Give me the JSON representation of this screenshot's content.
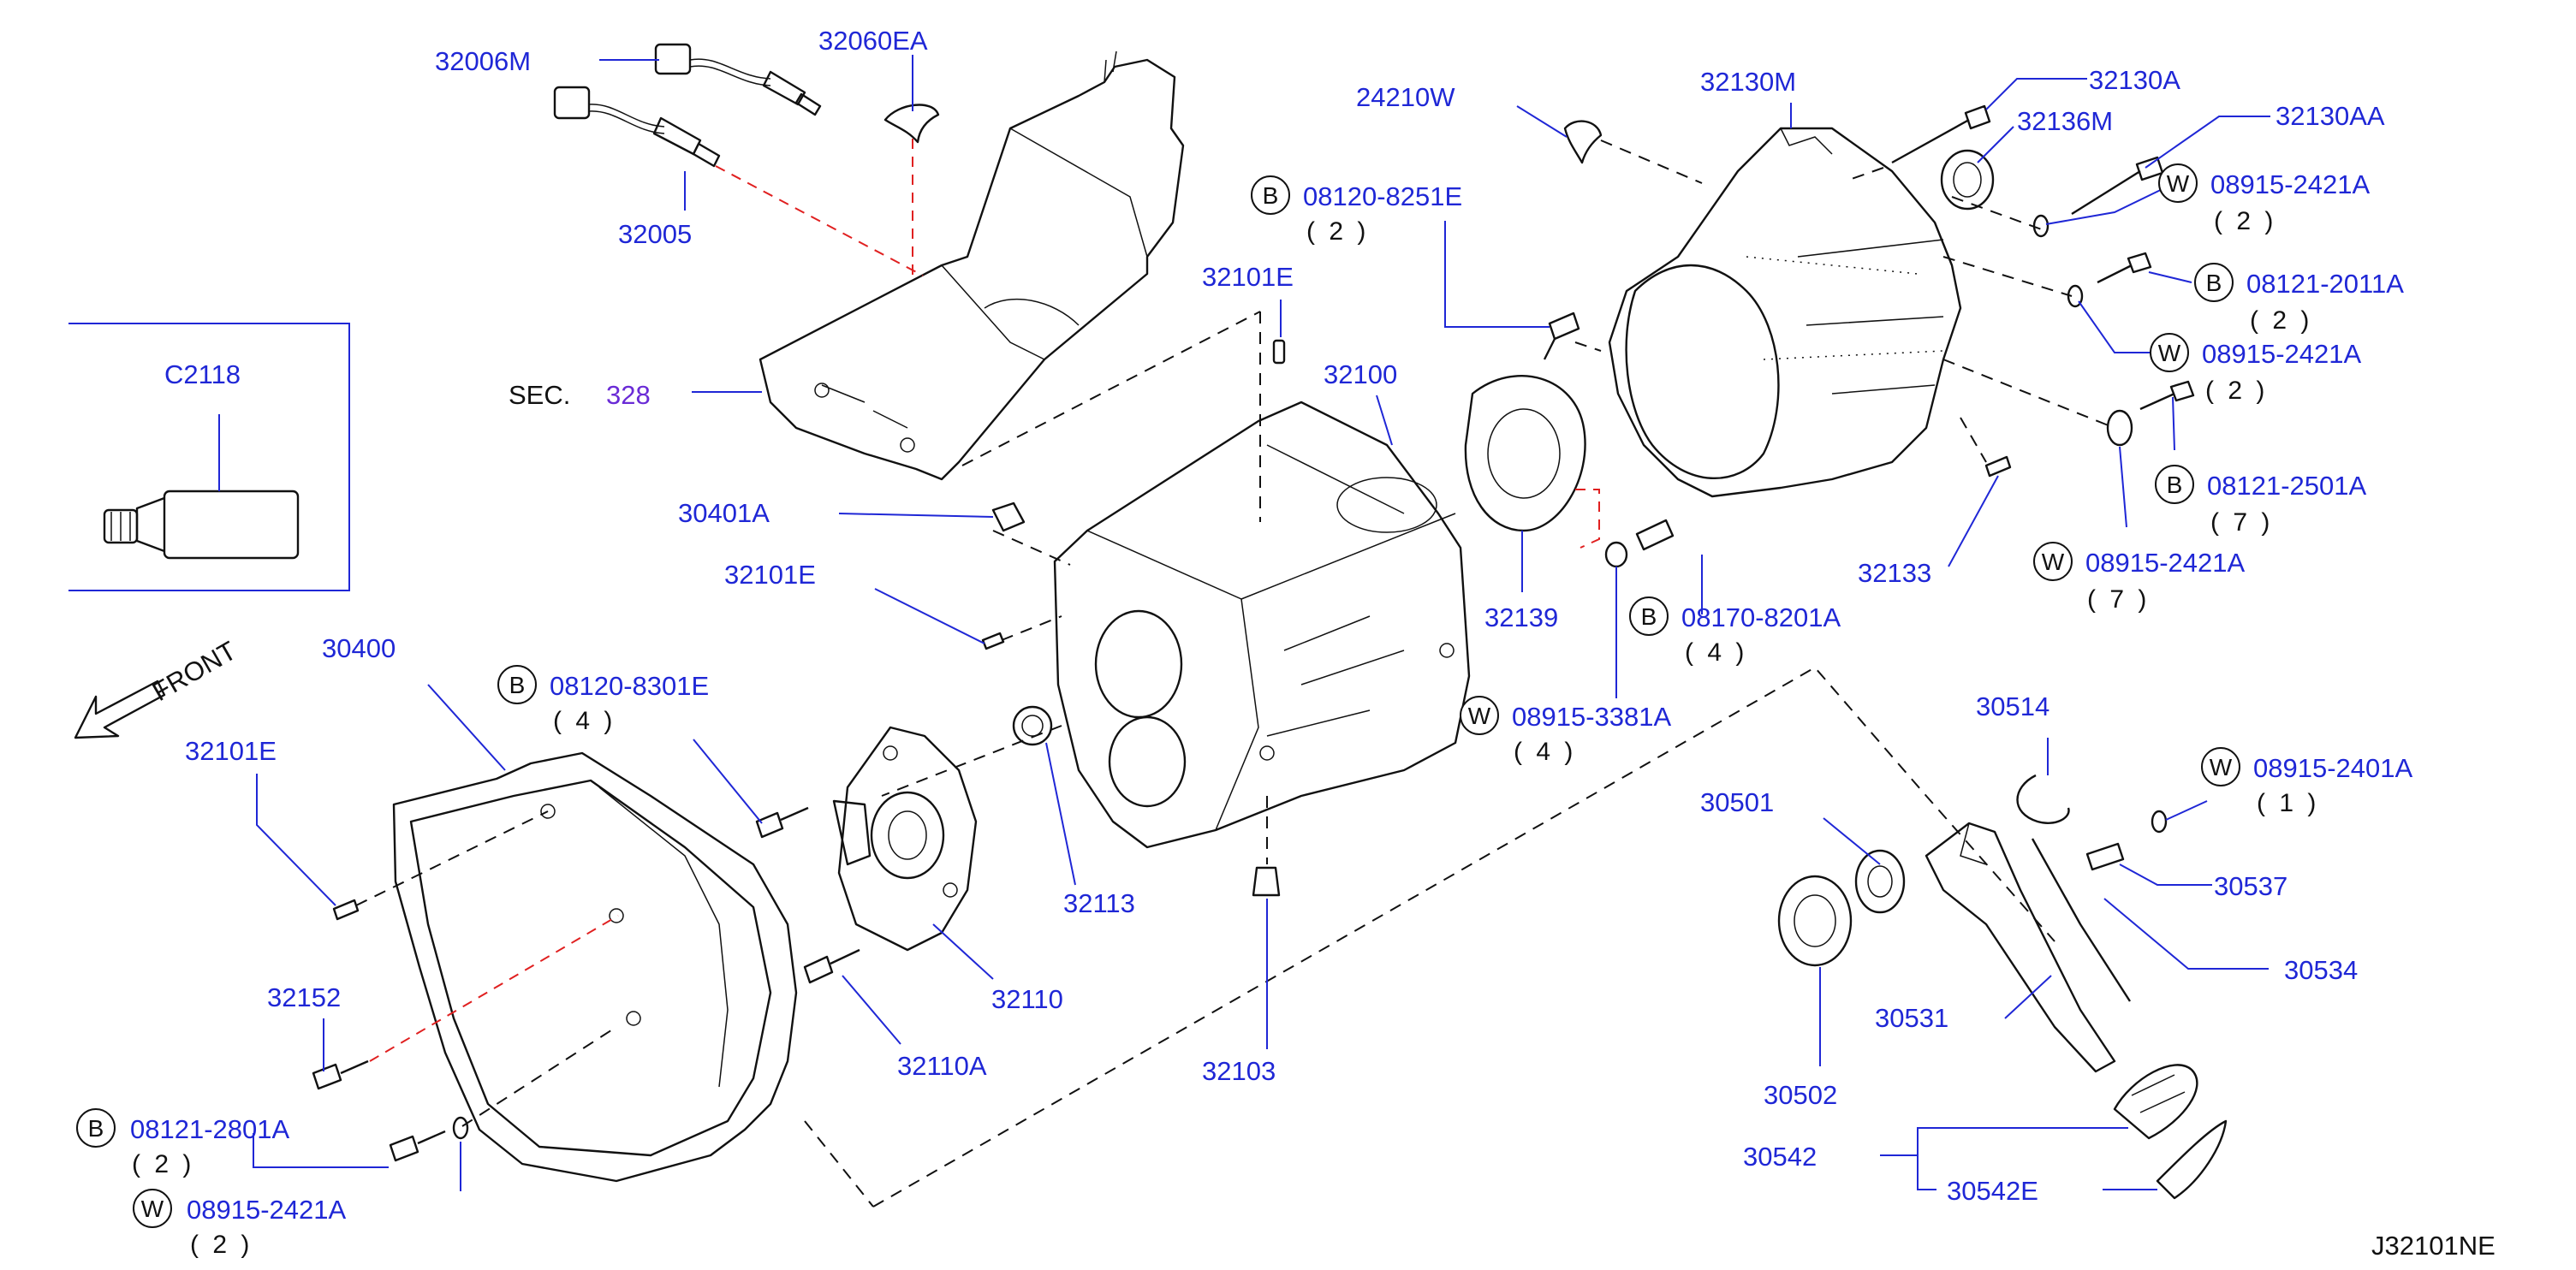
{
  "diagram_code": "J32101NE",
  "front_label": "FRONT",
  "section": {
    "prefix": "SEC.",
    "number": "328"
  },
  "inset": {
    "label": "C2118"
  },
  "labels": {
    "l32006M": "32006M",
    "l32060EA": "32060EA",
    "l32005": "32005",
    "l24210W": "24210W",
    "l32130M": "32130M",
    "l32130A": "32130A",
    "l32136M": "32136M",
    "l32130AA": "32130AA",
    "l32101E_a": "32101E",
    "l32100": "32100",
    "l30401A": "30401A",
    "l32101E_b": "32101E",
    "l32139": "32139",
    "l32133": "32133",
    "l30400": "30400",
    "l32101E_c": "32101E",
    "l32113": "32113",
    "l32110": "32110",
    "l32110A": "32110A",
    "l32103": "32103",
    "l32152": "32152",
    "l30514": "30514",
    "l30501": "30501",
    "l30537": "30537",
    "l30534": "30534",
    "l30531": "30531",
    "l30502": "30502",
    "l30542": "30542",
    "l30542E": "30542E"
  },
  "callouts": {
    "c1": {
      "badge": "B",
      "part": "08120-8251E",
      "qty": "( 2 )"
    },
    "c2": {
      "badge": "W",
      "part": "08915-2421A",
      "qty": "( 2 )"
    },
    "c3": {
      "badge": "B",
      "part": "08121-2011A",
      "qty": "( 2 )"
    },
    "c4": {
      "badge": "W",
      "part": "08915-2421A",
      "qty": "( 2 )"
    },
    "c5": {
      "badge": "B",
      "part": "08121-2501A",
      "qty": "( 7 )"
    },
    "c6": {
      "badge": "W",
      "part": "08915-2421A",
      "qty": "( 7 )"
    },
    "c7": {
      "badge": "B",
      "part": "08170-8201A",
      "qty": "( 4 )"
    },
    "c8": {
      "badge": "W",
      "part": "08915-3381A",
      "qty": "( 4 )"
    },
    "c9": {
      "badge": "B",
      "part": "08120-8301E",
      "qty": "( 4 )"
    },
    "c10": {
      "badge": "W",
      "part": "08915-2401A",
      "qty": "( 1 )"
    },
    "c11": {
      "badge": "B",
      "part": "08121-2801A",
      "qty": "( 2 )"
    },
    "c12": {
      "badge": "W",
      "part": "08915-2421A",
      "qty": "( 2 )"
    }
  }
}
